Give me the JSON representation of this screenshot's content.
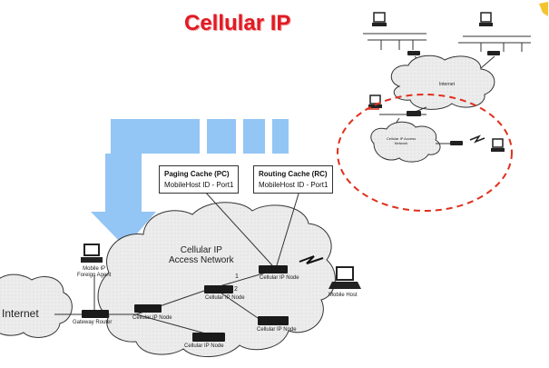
{
  "title": "Cellular IP",
  "inset": {
    "internet_label": "Internet",
    "access_network_label": "Cellular IP Access Network"
  },
  "main": {
    "internet_label": "Internet",
    "access_network_label_line1": "Cellular IP",
    "access_network_label_line2": "Access Network",
    "paging_cache": {
      "title": "Paging Cache (PC)",
      "entry": "MobileHost ID - Port1"
    },
    "routing_cache": {
      "title": "Routing Cache (RC)",
      "entry": "MobileHost ID - Port1"
    },
    "foreign_agent_line1": "Mobile IP",
    "foreign_agent_line2": "Foreign Agent",
    "gateway_router": "Gateway Router",
    "node_left": "Cellular IP Node",
    "node_center": "Cellular IP Node",
    "node_top_right": "Cellular IP Node",
    "node_bottom_center": "Cellular IP Node",
    "node_bottom_right": "Cellular IP Node",
    "mobile_host": "Mobile Host",
    "port_1": "1",
    "port_2": "2"
  },
  "colors": {
    "title": "#e01b24",
    "arrow": "#93c5f5",
    "dashed_ellipse": "#e0301e",
    "cloud": "#ececec"
  }
}
